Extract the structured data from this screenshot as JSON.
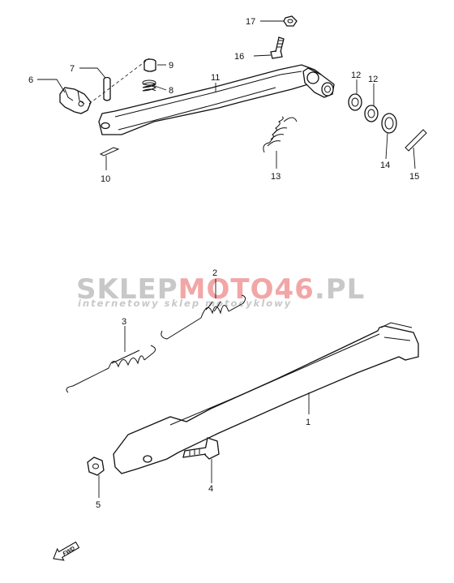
{
  "watermark": {
    "brand_part1": "SKLEP",
    "brand_part2": "MOTO",
    "brand_part3": "46",
    "brand_part4": ".PL",
    "tagline": "internetowy sklep motocyklowy",
    "color_grey": "#c8c8c8",
    "color_red": "#f2a6a6"
  },
  "callouts": {
    "c1": "1",
    "c2": "2",
    "c3": "3",
    "c4": "4",
    "c5": "5",
    "c6": "6",
    "c7": "7",
    "c8": "8",
    "c9": "9",
    "c10": "10",
    "c11": "11",
    "c12a": "12",
    "c12b": "12",
    "c13": "13",
    "c14": "14",
    "c15": "15",
    "c16": "16",
    "c17": "17"
  },
  "fwd_label": "FWD"
}
